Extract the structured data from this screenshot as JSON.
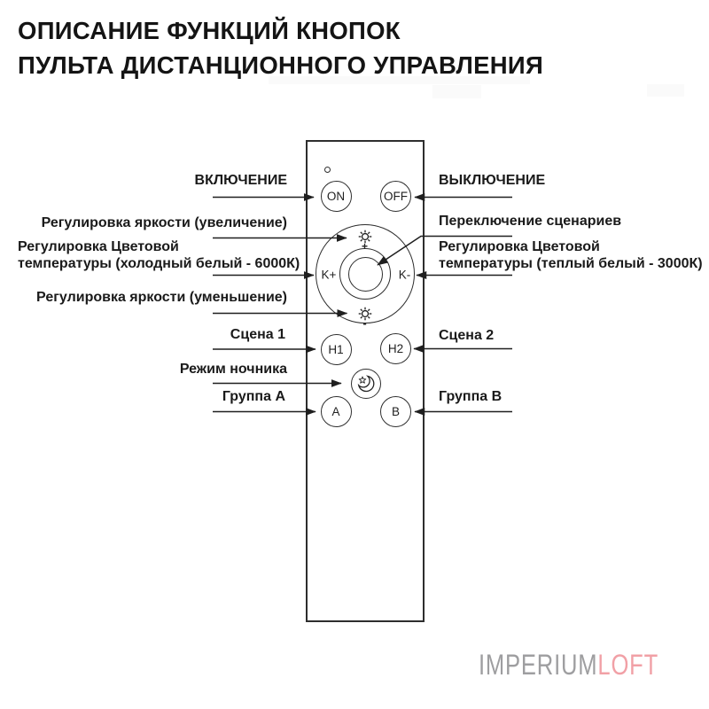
{
  "title": {
    "line1": "ОПИСАНИЕ ФУНКЦИЙ КНОПОК",
    "line2": "ПУЛЬТА ДИСТАНЦИОННОГО УПРАВЛЕНИЯ"
  },
  "labels": {
    "power_on": "ВКЛЮЧЕНИЕ",
    "power_off": "ВЫКЛЮЧЕНИЕ",
    "brightness_up": "Регулировка яркости (увеличение)",
    "brightness_down": "Регулировка яркости (уменьшение)",
    "scenarios": "Переключение сценариев",
    "temp_cold_line1": "Регулировка Цветовой",
    "temp_cold_line2": "температуры (холодный белый - 6000К)",
    "temp_warm_line1": "Регулировка Цветовой",
    "temp_warm_line2": "температуры (теплый белый - 3000К)",
    "scene1": "Сцена 1",
    "scene2": "Сцена 2",
    "night_mode": "Режим ночника",
    "group_a": "Группа A",
    "group_b": "Группа B"
  },
  "remote": {
    "on": "ON",
    "off": "OFF",
    "k_plus": "K+",
    "k_minus": "K-",
    "h1": "H1",
    "h2": "H2",
    "a": "A",
    "b": "B",
    "plus": "+",
    "minus": "-"
  },
  "icons": {
    "brightness": "sun-with-rays",
    "night": "crescent-moon-with-star",
    "indicator": "led-dot"
  },
  "logo": {
    "part1": "IMPERIUM",
    "part2": "LOFT"
  },
  "colors": {
    "line": "#1f1f1f",
    "remote_outline": "#2e2e2e",
    "label_text": "#1a1a1a",
    "logo_gray": "#9e9ea0",
    "logo_pink": "#f1a0a6"
  }
}
